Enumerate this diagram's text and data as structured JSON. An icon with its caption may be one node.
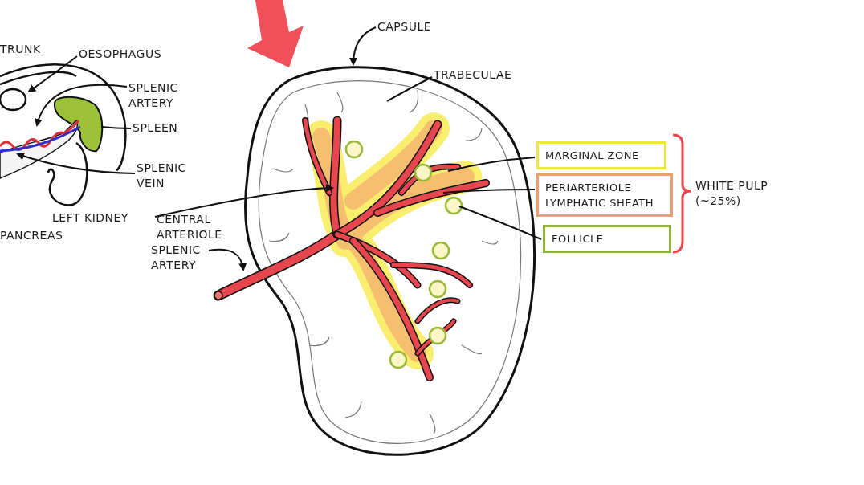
{
  "diagram": {
    "nodes": [
      {
        "text": [
          "OESOPHAGUS"
        ]
      },
      {
        "text": [
          "SPLENIC ARTERY"
        ]
      },
      {
        "text": [
          "SPLEEN"
        ]
      },
      {
        "text": [
          "SPLENIC VEIN"
        ]
      },
      {
        "text": [
          "CAPSULE"
        ]
      },
      {
        "text": [
          "TRABECULAE"
        ]
      },
      {
        "text": [
          "CENTRAL ARTERIOLE"
        ]
      },
      {
        "text": [
          "SPLENIC ARTERY"
        ]
      },
      {
        "text": [
          "MARGINAL ZONE"
        ]
      },
      {
        "text": [
          "PERIARTERIOLE LYMPHATIC SHEATH"
        ]
      },
      {
        "text": [
          "FOLLICLE"
        ]
      }
    ],
    "edges": [
      {
        "from": 0,
        "to": null,
        "arrow": "to"
      },
      {
        "from": 1,
        "to": null,
        "arrow": "to"
      },
      {
        "from": 2,
        "to": null,
        "arrow": "none"
      },
      {
        "from": 3,
        "to": null,
        "arrow": "to"
      },
      {
        "from": 4,
        "to": null,
        "arrow": "to"
      },
      {
        "from": 5,
        "to": null,
        "arrow": "none"
      },
      {
        "from": 6,
        "to": null,
        "arrow": "to"
      },
      {
        "from": 7,
        "to": null,
        "arrow": "to"
      },
      {
        "from": 8,
        "to": null,
        "arrow": "none"
      },
      {
        "from": 9,
        "to": null,
        "arrow": "none"
      },
      {
        "from": 10,
        "to": null,
        "arrow": "none"
      }
    ],
    "labels": [
      "TRUNK",
      "LEFT KIDNEY",
      "PANCREAS",
      "WHITE PULP (~25%)"
    ]
  }
}
